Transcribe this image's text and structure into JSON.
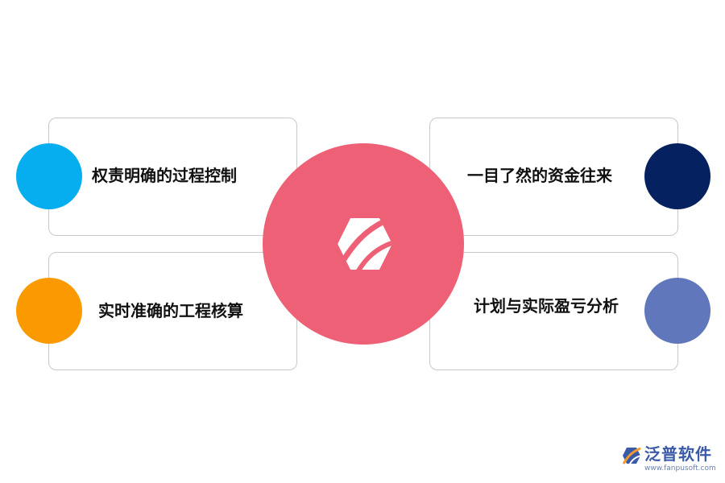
{
  "items": [
    {
      "label": "权责明确的过程控制",
      "color": "#06aeef"
    },
    {
      "label": "实时准确的工程核算",
      "color": "#fb9a00"
    },
    {
      "label": "一目了然的资金往来",
      "color": "#05215f"
    },
    {
      "label": "计划与实际盈亏分析",
      "color": "#6177bc"
    }
  ],
  "center": {
    "color": "#ee6076",
    "icon": "leaf-hexagon-logo-icon"
  },
  "watermark": {
    "name": "泛普软件",
    "url": "www.fanpusoft.com",
    "icon": "fanpu-logo-icon"
  }
}
